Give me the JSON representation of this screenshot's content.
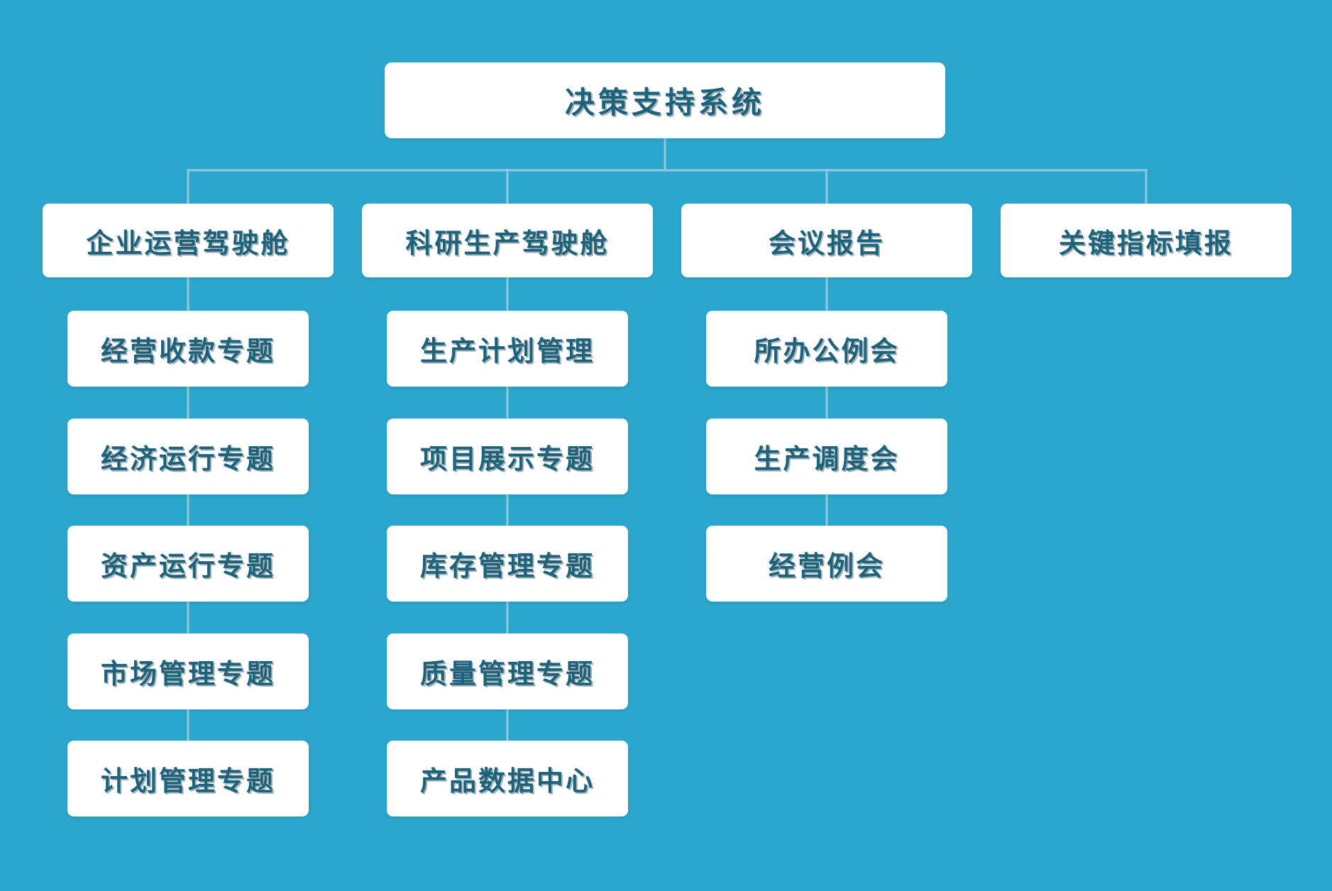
{
  "colors": {
    "background": "#2BA7CD",
    "connector": "#8FC9DF",
    "node_background": "#FFFFFF",
    "node_text": "#1C627B"
  },
  "tree": {
    "root": {
      "label": "决策支持系统"
    },
    "columns": [
      {
        "header": {
          "label": "企业运营驾驶舱"
        },
        "children": [
          {
            "label": "经营收款专题"
          },
          {
            "label": "经济运行专题"
          },
          {
            "label": "资产运行专题"
          },
          {
            "label": "市场管理专题"
          },
          {
            "label": "计划管理专题"
          }
        ]
      },
      {
        "header": {
          "label": "科研生产驾驶舱"
        },
        "children": [
          {
            "label": "生产计划管理"
          },
          {
            "label": "项目展示专题"
          },
          {
            "label": "库存管理专题"
          },
          {
            "label": "质量管理专题"
          },
          {
            "label": "产品数据中心"
          }
        ]
      },
      {
        "header": {
          "label": "会议报告"
        },
        "children": [
          {
            "label": "所办公例会"
          },
          {
            "label": "生产调度会"
          },
          {
            "label": "经营例会"
          }
        ]
      },
      {
        "header": {
          "label": "关键指标填报"
        },
        "children": []
      }
    ]
  }
}
